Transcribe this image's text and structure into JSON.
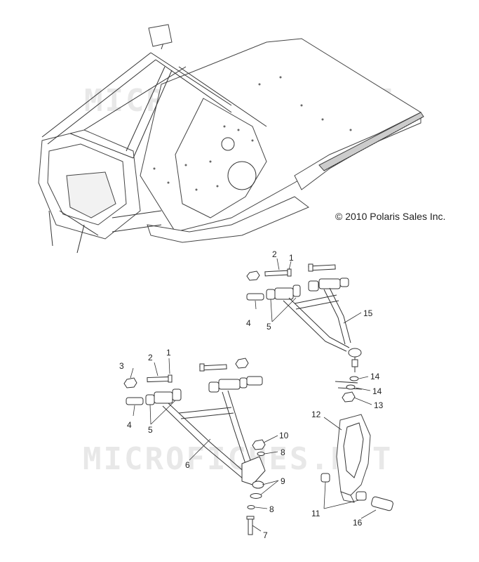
{
  "copyright": "© 2010 Polaris Sales Inc.",
  "watermark": "MICROFICHES.NET",
  "callouts": {
    "upper_1": "1",
    "upper_2": "2",
    "upper_4": "4",
    "upper_5": "5",
    "upper_15": "15",
    "lower_1": "1",
    "lower_2": "2",
    "lower_3": "3",
    "lower_4": "4",
    "lower_5": "5",
    "lower_6": "6",
    "lower_7": "7",
    "lower_8a": "8",
    "lower_8b": "8",
    "lower_9": "9",
    "lower_10": "10",
    "right_11": "11",
    "right_12": "12",
    "right_13": "13",
    "right_14a": "14",
    "right_14b": "14",
    "right_16": "16"
  }
}
